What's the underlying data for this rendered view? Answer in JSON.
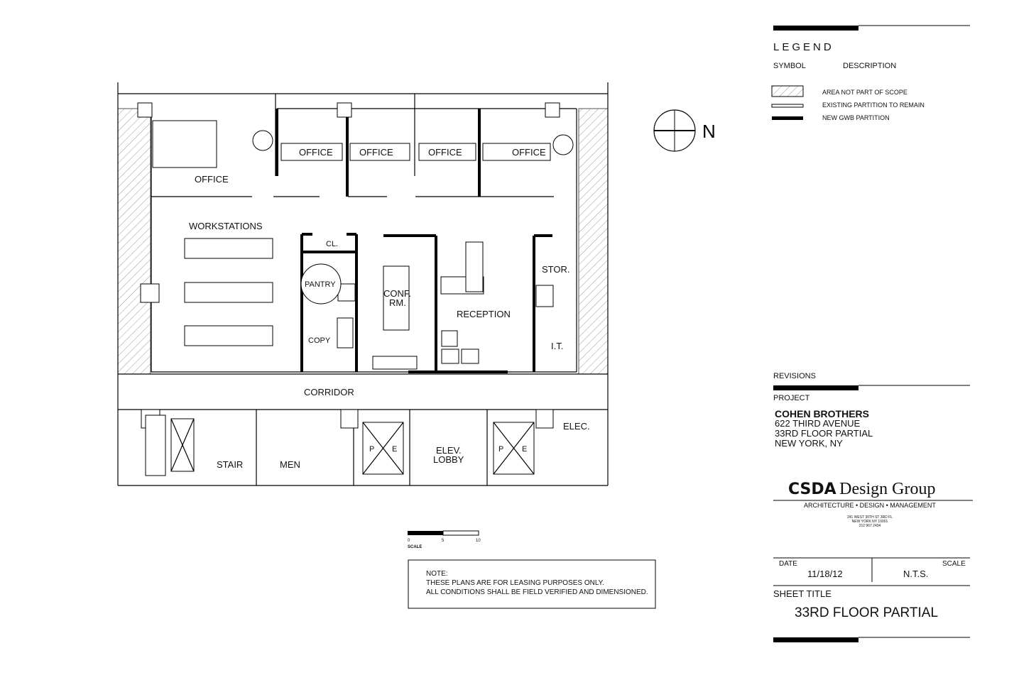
{
  "plan": {
    "rooms": {
      "office_main": "OFFICE",
      "office_1": "OFFICE",
      "office_2": "OFFICE",
      "office_3": "OFFICE",
      "office_4": "OFFICE",
      "workstations": "WORKSTATIONS",
      "closet": "CL.",
      "pantry": "PANTRY",
      "copy": "COPY",
      "conf_1": "CONF.",
      "conf_2": "RM.",
      "reception": "RECEPTION",
      "storage": "STOR.",
      "it": "I.T.",
      "corridor": "CORRIDOR",
      "stair": "STAIR",
      "men": "MEN",
      "elev_lobby_1": "ELEV.",
      "elev_lobby_2": "LOBBY",
      "elec": "ELEC.",
      "elevator_p": "P",
      "elevator_e": "E"
    },
    "north_label": "N",
    "scale": {
      "label": "SCALE",
      "ticks": [
        "0",
        "5",
        "10"
      ]
    },
    "note": {
      "title": "NOTE:",
      "lines": [
        "THESE PLANS ARE FOR LEASING PURPOSES ONLY.",
        "ALL CONDITIONS SHALL BE FIELD VERIFIED AND DIMENSIONED."
      ]
    }
  },
  "legend": {
    "title": "LEGEND",
    "symbol_header": "SYMBOL",
    "description_header": "DESCRIPTION",
    "items": [
      {
        "symbol": "hatch",
        "label": "AREA NOT PART OF SCOPE"
      },
      {
        "symbol": "double-line",
        "label": "EXISTING PARTITION TO REMAIN"
      },
      {
        "symbol": "solid-bar",
        "label": "NEW GWB PARTITION"
      }
    ]
  },
  "title_block": {
    "revisions_label": "REVISIONS",
    "project_label": "PROJECT",
    "project_name": "COHEN BROTHERS",
    "project_lines": [
      "622 THIRD AVENUE",
      "33RD FLOOR PARTIAL",
      "NEW YORK, NY"
    ],
    "firm": {
      "name_bold": "CSDA",
      "name_rest": "Design Group",
      "tagline": "ARCHITECTURE • DESIGN • MANAGEMENT",
      "address": [
        "241 WEST 30TH ST   3RD FL",
        "NEW YORK  NY  10001",
        "212 967 2434"
      ]
    },
    "date_label": "DATE",
    "date": "11/18/12",
    "scale_label": "SCALE",
    "scale": "N.T.S.",
    "sheet_title_label": "SHEET TITLE",
    "sheet_title": "33RD FLOOR PARTIAL"
  }
}
